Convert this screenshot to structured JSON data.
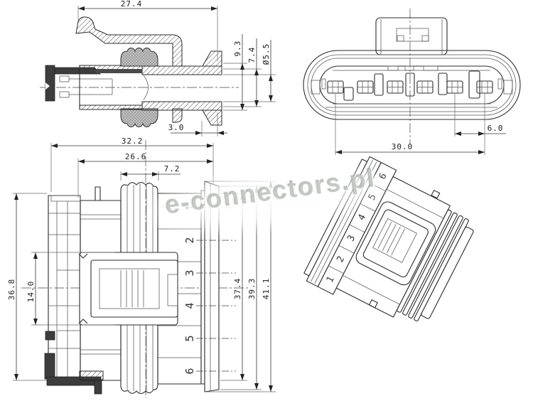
{
  "drawing": {
    "watermark_text": "e-connectors.pl",
    "section_view": {
      "dim_overall_length": "27.4",
      "dim_front_lip": "3.0",
      "dim_outer_diameter": "9.3",
      "dim_seal_diameter": "7.4",
      "dim_bore_diameter": "Ø5.5"
    },
    "front_view": {
      "dim_terminal_pitch": "6.0",
      "dim_terminal_span": "30.0"
    },
    "side_view": {
      "dim_overall_length": "32.2",
      "dim_body_length": "26.6",
      "dim_seal_length": "7.2",
      "dim_body_height": "36.8",
      "dim_lock_height": "14.0",
      "dim_flange_height_inner": "37.4",
      "dim_flange_height_mid": "39.3",
      "dim_flange_height_outer": "41.1",
      "cavity_numbers": [
        "2",
        "3",
        "4",
        "5",
        "6"
      ]
    },
    "iso_view": {
      "cavity_numbers": [
        "1",
        "2",
        "3",
        "4",
        "5",
        "6"
      ]
    }
  }
}
